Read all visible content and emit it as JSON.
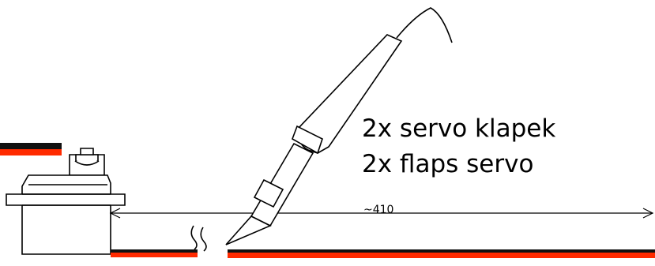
{
  "labels": {
    "line1": "2x servo klapek",
    "line2": "2x flaps servo",
    "dimension": "~410"
  },
  "colors": {
    "wire_red": "#ff2a00",
    "wire_dark": "#111111",
    "line": "#000000"
  }
}
